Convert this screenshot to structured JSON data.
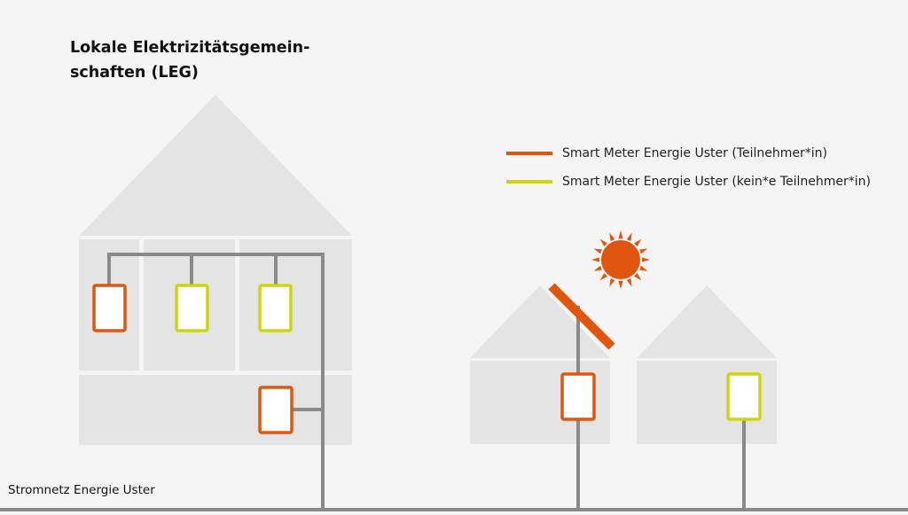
{
  "title": {
    "line1": "Lokale Elektrizitätsgemein-",
    "line2": "schaften (LEG)"
  },
  "legend": {
    "participant": {
      "label": "Smart Meter Energie Uster (Teilnehmer*in)",
      "color": "#e0560f"
    },
    "non_participant": {
      "label": "Smart Meter Energie Uster (kein*e Teilnehmer*in)",
      "color": "#ccd60f"
    }
  },
  "grid_label": "Stromnetz Energie Uster",
  "colors": {
    "background": "#f5f5f5",
    "building": "#e4e4e4",
    "wire": "#8a8a8a",
    "sun": "#e0560f",
    "solar_panel": "#e0560f"
  },
  "icons": [
    "sun-icon",
    "solar-panel-icon"
  ],
  "meters": [
    {
      "building": "apartment-house",
      "type": "participant"
    },
    {
      "building": "apartment-house",
      "type": "non_participant"
    },
    {
      "building": "apartment-house",
      "type": "non_participant"
    },
    {
      "building": "apartment-house",
      "type": "participant"
    },
    {
      "building": "solar-house",
      "type": "participant"
    },
    {
      "building": "right-house",
      "type": "non_participant"
    }
  ]
}
